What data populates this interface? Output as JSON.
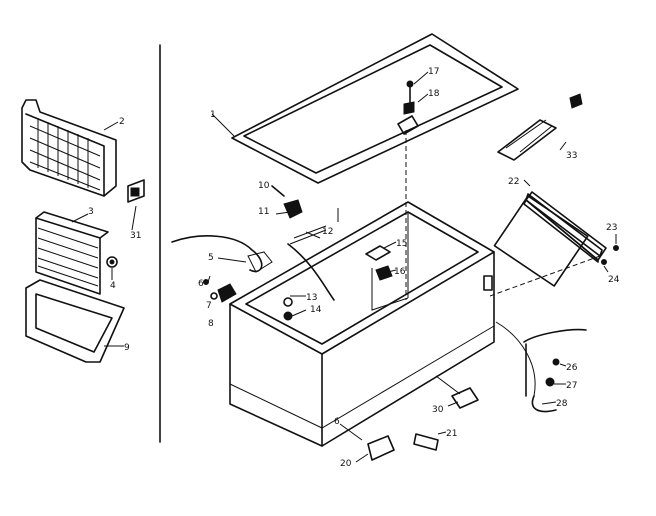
{
  "labels": {
    "l1": "1",
    "l2": "2",
    "l3": "3",
    "l4": "4",
    "l5": "5",
    "l6": "6",
    "l7": "7",
    "l8": "8",
    "l9": "9",
    "l10": "10",
    "l11": "11",
    "l12": "12",
    "l13": "13",
    "l14": "14",
    "l15": "15",
    "l16": "16",
    "l17": "17",
    "l18": "18",
    "l20": "20",
    "l21": "21",
    "l22": "22",
    "l23": "23",
    "l24": "24",
    "l26": "26",
    "l27": "27",
    "l28": "28",
    "l30": "30",
    "l31": "31",
    "l33": "33",
    "l9b": "9"
  }
}
